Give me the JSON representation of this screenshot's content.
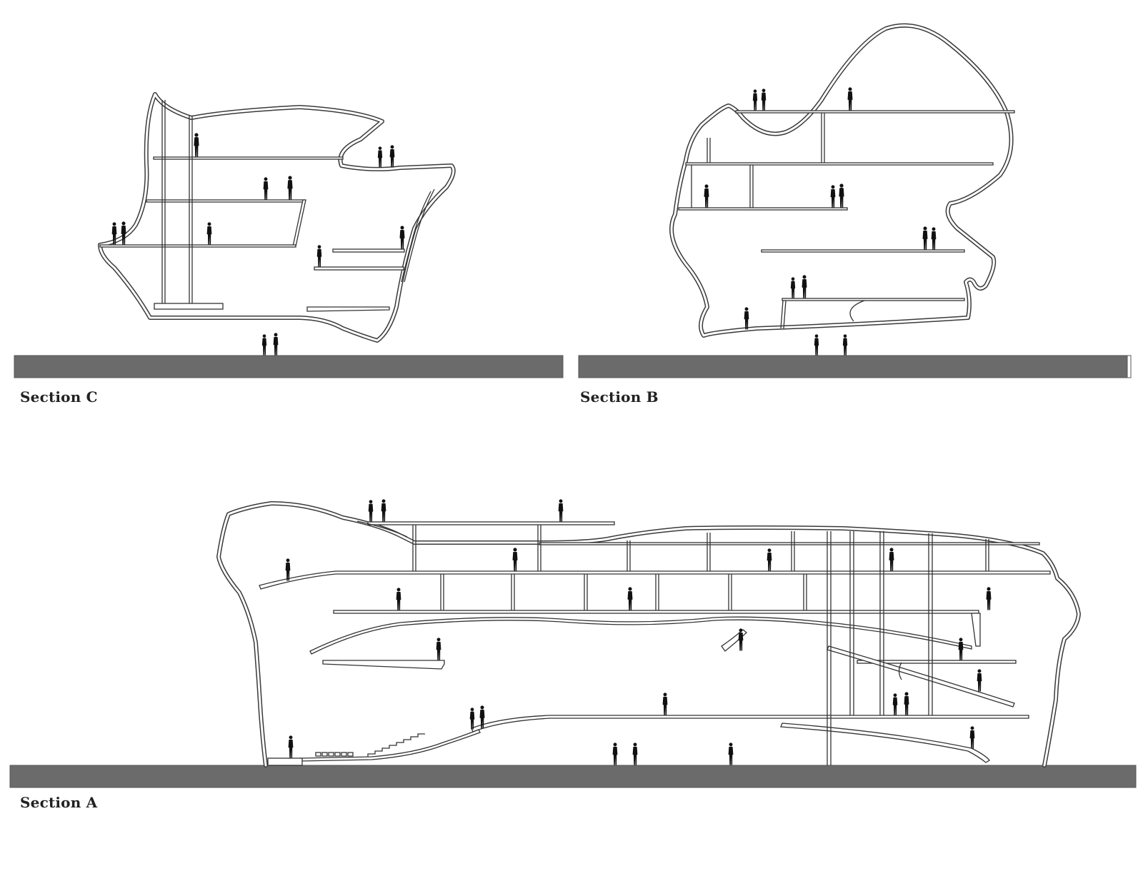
{
  "sections": [
    {
      "id": "section-c",
      "label": "Section C"
    },
    {
      "id": "section-b",
      "label": "Section B"
    },
    {
      "id": "section-a",
      "label": "Section A"
    }
  ],
  "colors": {
    "ground": "#6b6b6b",
    "outline": "#3a3a3a",
    "figure": "#111111",
    "background": "#ffffff"
  }
}
